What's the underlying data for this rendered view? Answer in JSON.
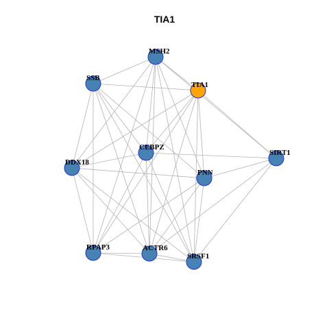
{
  "title": "TIA1",
  "colors": {
    "node_fill": "#4682b4",
    "highlight_fill": "#ffa500",
    "node_stroke": "#2233cc",
    "edge": "#b3b3b3"
  },
  "nodes": [
    {
      "id": "MSH2",
      "label": "MSH2"
    },
    {
      "id": "SSB",
      "label": "SSB"
    },
    {
      "id": "TIA1",
      "label": "TIA1",
      "highlight": true
    },
    {
      "id": "CEBPZ",
      "label": "CEBPZ"
    },
    {
      "id": "DDX18",
      "label": "DDX18"
    },
    {
      "id": "SIRT1",
      "label": "SIRT1"
    },
    {
      "id": "PNN",
      "label": "PNN"
    },
    {
      "id": "RPAP3",
      "label": "RPAP3"
    },
    {
      "id": "ACTR6",
      "label": "ACTR6"
    },
    {
      "id": "SRSF1",
      "label": "SRSF1"
    }
  ],
  "edges": [
    [
      "MSH2",
      "SSB"
    ],
    [
      "MSH2",
      "TIA1"
    ],
    [
      "MSH2",
      "SIRT1"
    ],
    [
      "MSH2",
      "DDX18"
    ],
    [
      "MSH2",
      "PNN"
    ],
    [
      "MSH2",
      "RPAP3"
    ],
    [
      "MSH2",
      "ACTR6"
    ],
    [
      "MSH2",
      "SRSF1"
    ],
    [
      "MSH2",
      "CEBPZ"
    ],
    [
      "SSB",
      "TIA1"
    ],
    [
      "SSB",
      "DDX18"
    ],
    [
      "SSB",
      "PNN"
    ],
    [
      "SSB",
      "RPAP3"
    ],
    [
      "SSB",
      "ACTR6"
    ],
    [
      "SSB",
      "SRSF1"
    ],
    [
      "SSB",
      "CEBPZ"
    ],
    [
      "TIA1",
      "SIRT1"
    ],
    [
      "TIA1",
      "DDX18"
    ],
    [
      "TIA1",
      "PNN"
    ],
    [
      "TIA1",
      "ACTR6"
    ],
    [
      "TIA1",
      "SRSF1"
    ],
    [
      "TIA1",
      "RPAP3"
    ],
    [
      "TIA1",
      "CEBPZ"
    ],
    [
      "CEBPZ",
      "DDX18"
    ],
    [
      "CEBPZ",
      "SIRT1"
    ],
    [
      "CEBPZ",
      "SRSF1"
    ],
    [
      "CEBPZ",
      "ACTR6"
    ],
    [
      "CEBPZ",
      "RPAP3"
    ],
    [
      "DDX18",
      "PNN"
    ],
    [
      "DDX18",
      "RPAP3"
    ],
    [
      "DDX18",
      "ACTR6"
    ],
    [
      "DDX18",
      "SRSF1"
    ],
    [
      "SIRT1",
      "PNN"
    ],
    [
      "SIRT1",
      "ACTR6"
    ],
    [
      "SIRT1",
      "SRSF1"
    ],
    [
      "PNN",
      "RPAP3"
    ],
    [
      "PNN",
      "SRSF1"
    ],
    [
      "PNN",
      "ACTR6"
    ],
    [
      "RPAP3",
      "ACTR6"
    ],
    [
      "RPAP3",
      "SRSF1"
    ],
    [
      "ACTR6",
      "SRSF1"
    ]
  ]
}
